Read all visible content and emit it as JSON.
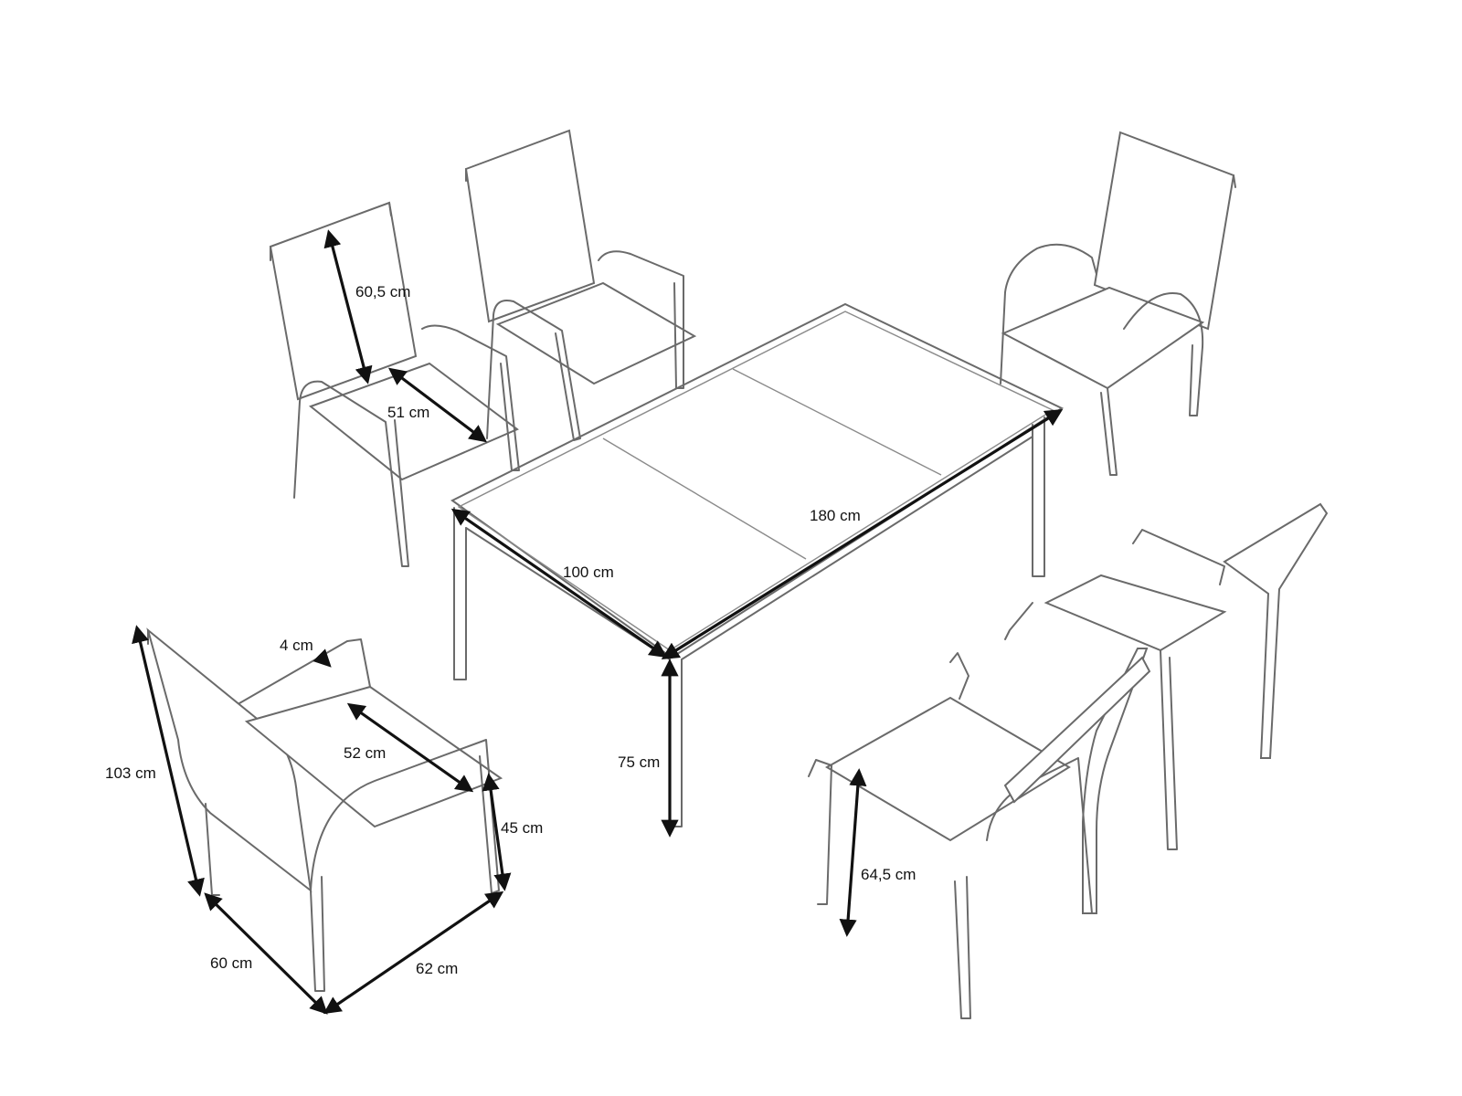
{
  "colors": {
    "outline": "#6a6a6a",
    "dimension": "#111111",
    "background": "#ffffff"
  },
  "dimensions": {
    "table_length": "180 cm",
    "table_width": "100 cm",
    "table_height": "75 cm",
    "backrest_height": "60,5 cm",
    "seat_depth_top": "51 cm",
    "armrest_width": "4 cm",
    "seat_depth_front": "52 cm",
    "chair_height": "103 cm",
    "seat_height": "45 cm",
    "chair_width": "60 cm",
    "chair_depth": "62 cm",
    "armrest_height": "64,5 cm"
  }
}
